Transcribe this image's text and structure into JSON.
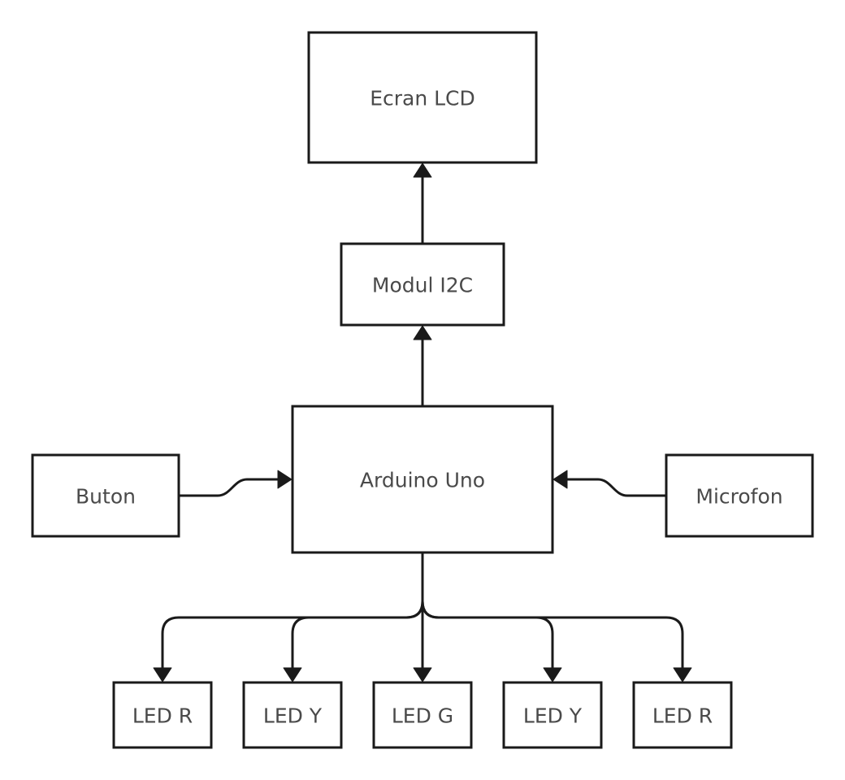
{
  "diagram": {
    "nodes": {
      "lcd": "Ecran LCD",
      "i2c": "Modul I2C",
      "arduino": "Arduino Uno",
      "button": "Buton",
      "mic": "Microfon",
      "led1": "LED R",
      "led2": "LED Y",
      "led3": "LED G",
      "led4": "LED Y",
      "led5": "LED R"
    },
    "edges": [
      {
        "from": "i2c",
        "to": "lcd"
      },
      {
        "from": "arduino",
        "to": "i2c"
      },
      {
        "from": "button",
        "to": "arduino"
      },
      {
        "from": "mic",
        "to": "arduino"
      },
      {
        "from": "arduino",
        "to": "led1"
      },
      {
        "from": "arduino",
        "to": "led2"
      },
      {
        "from": "arduino",
        "to": "led3"
      },
      {
        "from": "arduino",
        "to": "led4"
      },
      {
        "from": "arduino",
        "to": "led5"
      }
    ]
  }
}
